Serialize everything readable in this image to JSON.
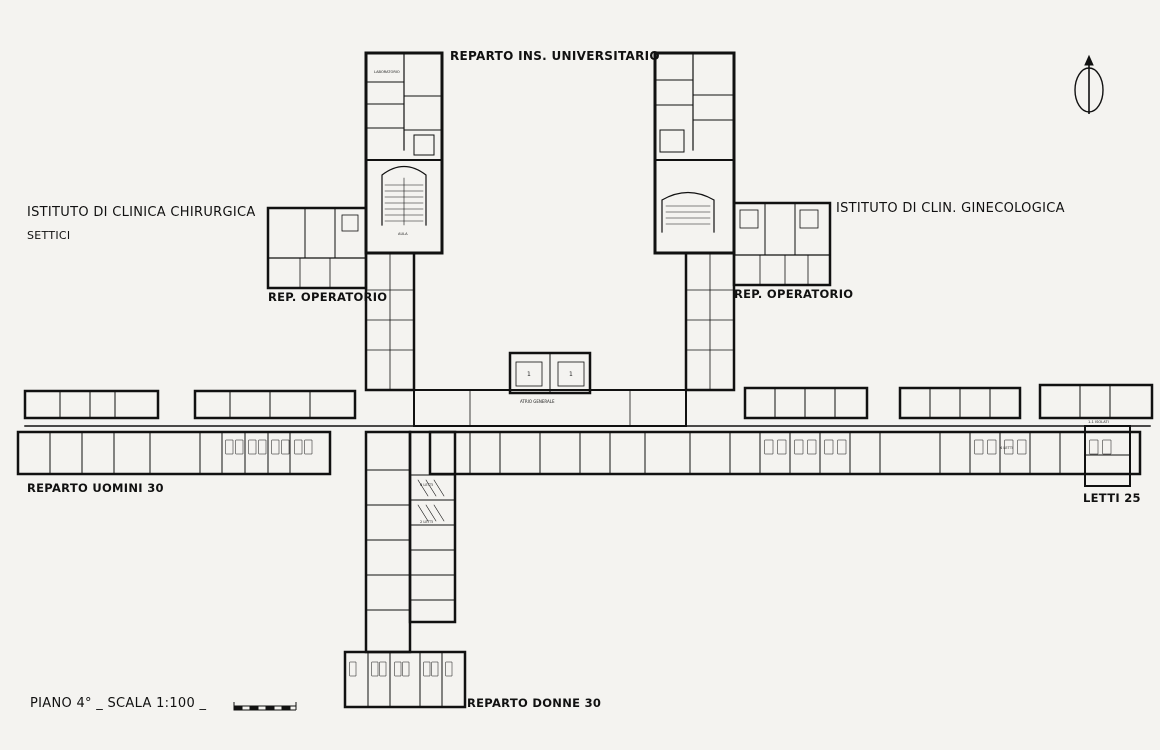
{
  "drawing": {
    "labels": {
      "reparto_universitario": "REPARTO INS. UNIVERSITARIO",
      "istituto_chirurgica": "ISTITUTO DI CLINICA CHIRURGICA",
      "settici": "SETTICI",
      "istituto_ginecologica": "ISTITUTO DI CLIN. GINECOLOGICA",
      "rep_operatorio_left": "REP. OPERATORIO",
      "rep_operatorio_right": "REP. OPERATORIO",
      "reparto_uomini": "REPARTO UOMINI 30",
      "letti": "LETTI 25",
      "reparto_donne": "REPARTO DONNE 30",
      "piano_scala": "PIANO 4° _ SCALA 1:100 _"
    },
    "room_labels": {
      "atrio_generale": "ATRIO GENERALE",
      "aula": "AULA",
      "laboratorio": "LABORATORIO",
      "letti_6": "6 LETTI",
      "letti_2": "2 LETTI",
      "letti_4": "4 LETTI",
      "isolati": "1-1 ISOLATI",
      "stair_1a": "1",
      "stair_1b": "1"
    },
    "colors": {
      "paper": "#f4f3f0",
      "ink": "#111111"
    },
    "icons": {
      "north_arrow": "north-arrow-icon",
      "scale_bar": "scale-bar-icon"
    }
  }
}
